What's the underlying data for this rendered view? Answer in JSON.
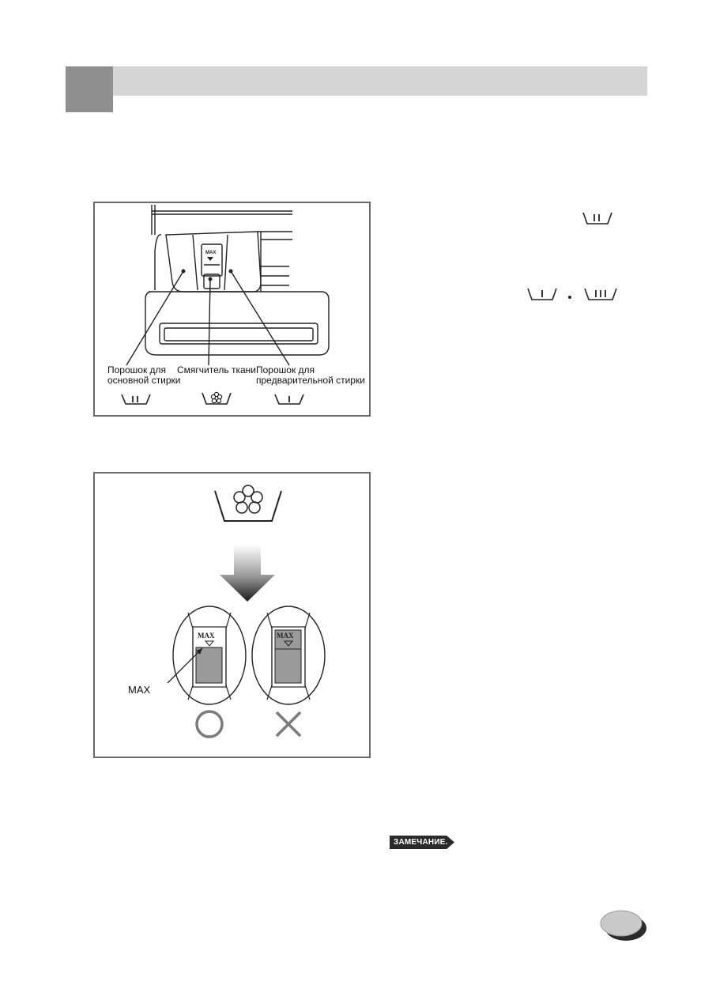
{
  "header": {
    "title": ""
  },
  "figure1": {
    "labels": {
      "main_wash": "Порошок для основной стирки",
      "softener": "Смягчитель ткани",
      "prewash": "Порошок для предварительной стирки"
    },
    "symbols": [
      "main-wash-symbol",
      "softener-symbol",
      "prewash-symbol"
    ],
    "dispenser_mark": "MAX"
  },
  "figure2": {
    "max_label": "MAX",
    "left_window_mark": "MAX",
    "right_window_mark": "MAX",
    "correct_mark": "circle-icon",
    "wrong_mark": "cross-icon"
  },
  "note": {
    "badge": "ЗАМЕЧАНИЕ."
  },
  "colors": {
    "header_square": "#8f8f8f",
    "header_bar": "#d4d4d4",
    "badge": "#2a2a2a"
  }
}
